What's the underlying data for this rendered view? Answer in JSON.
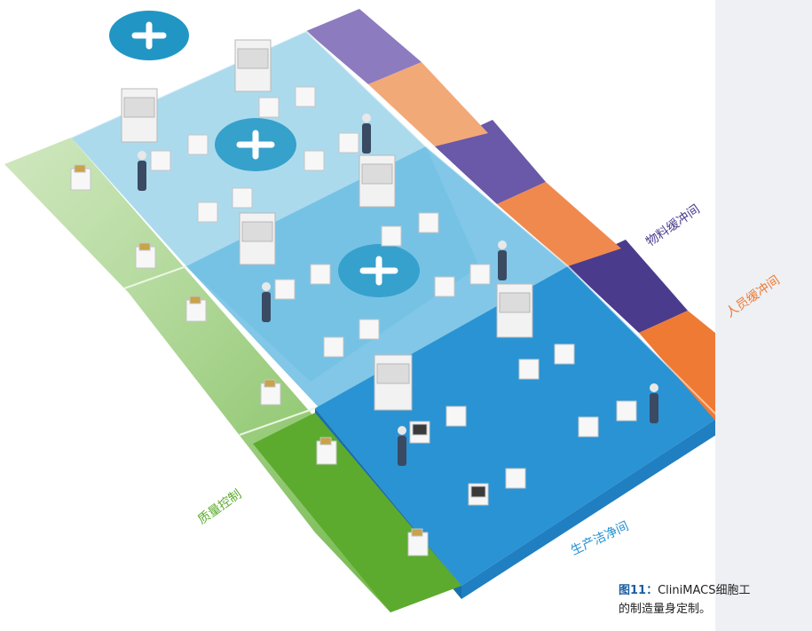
{
  "labels": {
    "material_buffer": "物料缓冲间",
    "personnel_buffer": "人员缓冲间",
    "quality_control": "质量控制",
    "production_clean": "生产洁净间"
  },
  "caption": {
    "figure_no": "图11：",
    "line1": "CliniMACS细胞工",
    "line2": "的制造量身定制。"
  },
  "colors": {
    "material_buffer": "#6a58a8",
    "personnel_buffer": "#f0824a",
    "quality_control": "#69b23c",
    "production_clean": "#2490d0",
    "light_clean": "#8fcfe8",
    "badge": "#2196c4",
    "caption_accent": "#1a5fa0"
  },
  "icons": [
    "cross-badge-icon",
    "biosafety-cabinet-icon",
    "workstation-icon",
    "operator-icon"
  ]
}
